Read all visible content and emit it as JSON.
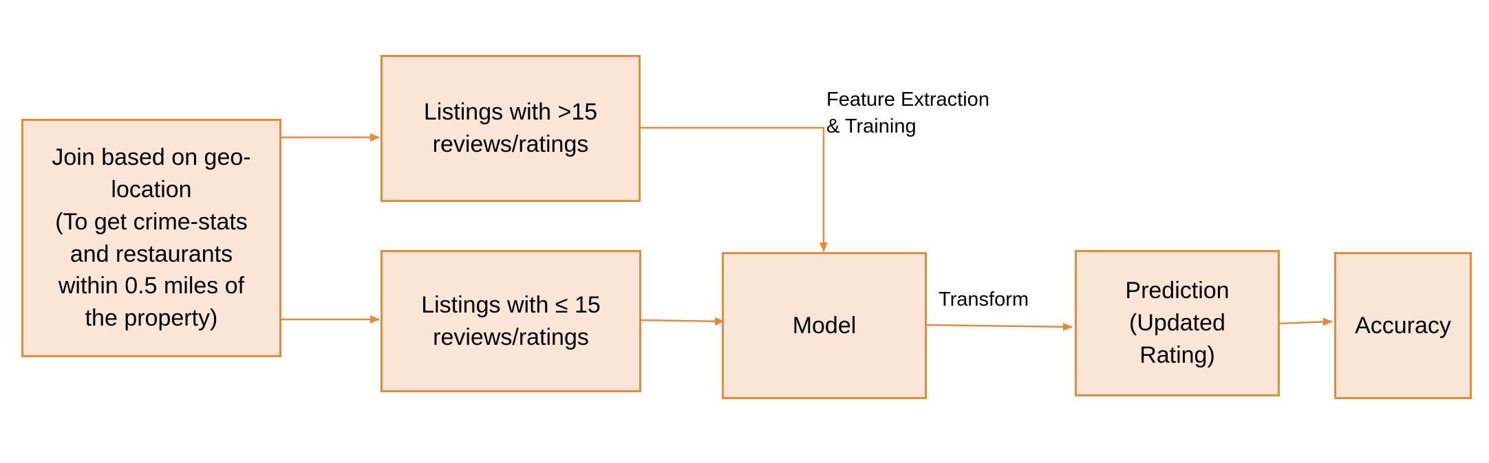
{
  "diagram": {
    "accent_color": "#e38b37",
    "box_fill": "#fbe5d6",
    "nodes": {
      "join": "Join based on geo-\nlocation\n(To get crime-stats\nand restaurants\nwithin 0.5 miles of\nthe property)",
      "listings_gt15": "Listings with >15\nreviews/ratings",
      "listings_le15": "Listings with ≤ 15\nreviews/ratings",
      "model": "Model",
      "prediction": "Prediction\n(Updated\nRating)",
      "accuracy": "Accuracy"
    },
    "edge_labels": {
      "feature_extraction": "Feature Extraction\n  & Training",
      "transform": "Transform"
    }
  }
}
